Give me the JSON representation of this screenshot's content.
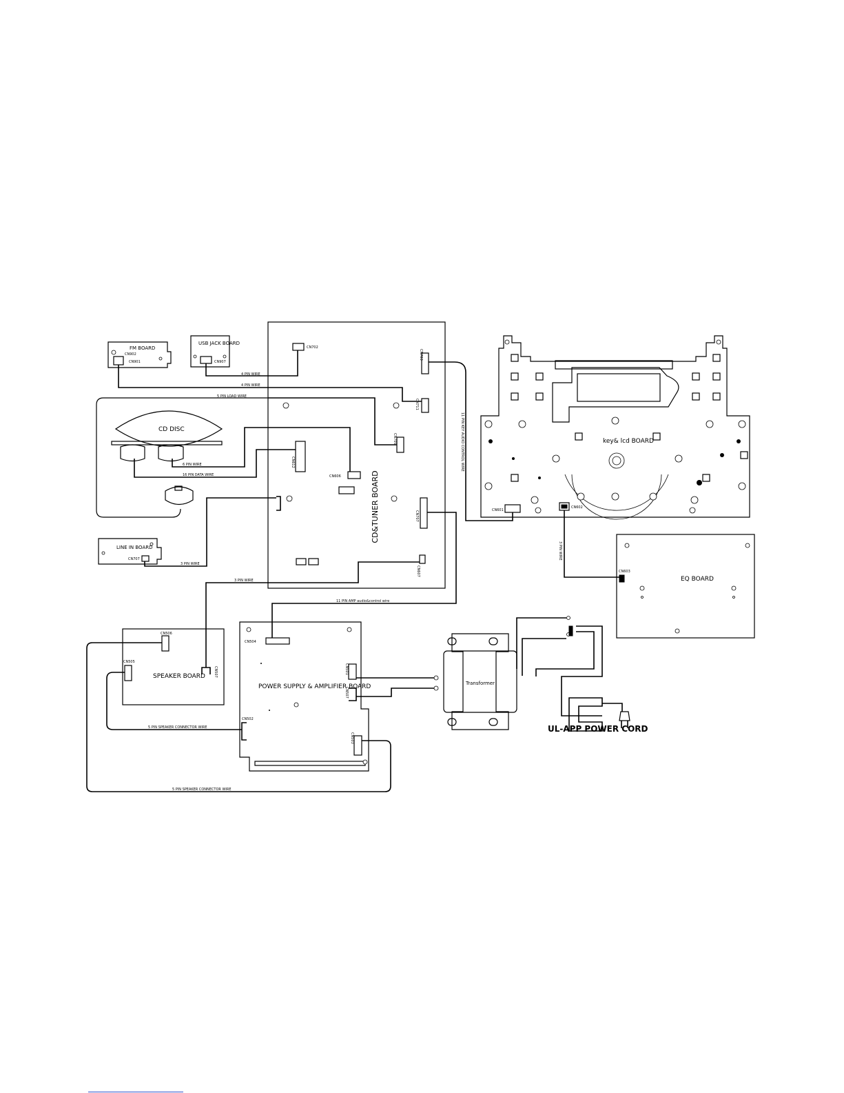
{
  "boards": {
    "fm": "FM BOARD",
    "usb_jack": "USB JACK BOARD",
    "cd_tuner": "CD&TUNER BOARD",
    "key_lcd": "key& lcd BOARD",
    "eq": "EQ BOARD",
    "line_in": "LINE IN BOARD",
    "speaker": "SPEAKER BOARD",
    "power_amp": "POWER SUPPLY & AMPLIFIER BOARD",
    "transformer": "Transformer",
    "cd_disc": "CD DISC"
  },
  "connectors": {
    "cn_fm": "CN902",
    "cn_fm_main": "CN901",
    "cn_usb": "CN907",
    "cn_cd_top": "CN702",
    "cn_cd_right_top": "CN703",
    "cn_cd_right2": "CN711",
    "cn_cd_mid": "CN705",
    "cn_cd_12": "CN612",
    "cn_cd_center": "CN606",
    "cn_cd_right3": "CN707",
    "cn_cd_bottom": "CN607",
    "cn_line_in": "CN707",
    "cn_key_left": "CN601",
    "cn_key_right": "CN602",
    "cn_eq": "CN603",
    "cn_spk_top": "CN506",
    "cn_spk_left": "CN505",
    "cn_spk_right": "CN507",
    "cn_pa_top": "CN504",
    "cn_pa_right1": "CN501",
    "cn_pa_right2": "CN507",
    "cn_pa_left": "CN502",
    "cn_pa_bottom": "CN503"
  },
  "wires": {
    "w4pin_usb": "4 PIN WIRE",
    "w4pin_fm": "4 PIN WIRE",
    "w5pin_load": "5 PIN LOAD WIRE",
    "w6pin": "6 PIN WIRE",
    "w16pin": "16 PIN DATA WIRE",
    "w3pin_line": "3 PIN WIRE",
    "w3pin_spk": "3 PIN WIRE",
    "w11pin_amp": "11 PIN AMP audio&control wire",
    "w11pin_key": "11 PIN KEY AUDIO CONTROL WIRE",
    "w3pin_eq": "3 PIN WIRE",
    "w5pin_spk1": "5 PIN SPEAKER CONNECTOR WIRE",
    "w5pin_spk2": "5 PIN SPEAKER CONNECTOR WIRE"
  },
  "power_cord": "UL-APP POWER  CORD"
}
